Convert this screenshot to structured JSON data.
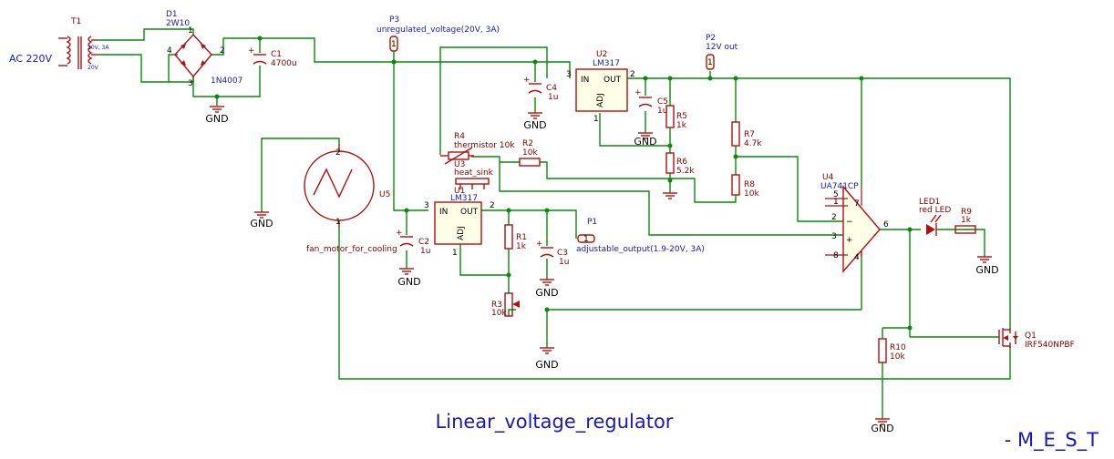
{
  "title": "Linear_voltage_regulator",
  "signature": "- M_E_S_T",
  "source": {
    "ac_label": "AC 220V",
    "t1_ref": "T1",
    "t1_tap_top": "20V, 3A",
    "t1_tap_bottom": "20V"
  },
  "rectifier": {
    "ref": "D1",
    "value": "2W10",
    "part": "1N4007",
    "pins": [
      "1",
      "2",
      "3",
      "4"
    ]
  },
  "caps": {
    "c1": {
      "ref": "C1",
      "value": "4700u"
    },
    "c2": {
      "ref": "C2",
      "value": "1u"
    },
    "c3": {
      "ref": "C3",
      "value": "1u"
    },
    "c4": {
      "ref": "C4",
      "value": "1u"
    },
    "c5": {
      "ref": "C5",
      "value": "1u"
    }
  },
  "connectors": {
    "p1": {
      "ref": "P1",
      "label": "adjustable_output(1.9-20V, 3A)",
      "pin": "1"
    },
    "p2": {
      "ref": "P2",
      "label": "12V out",
      "pin": "1"
    },
    "p3": {
      "ref": "P3",
      "label": "unregulated_voltage(20V, 3A)",
      "pin": "1"
    }
  },
  "regulators": {
    "u1": {
      "ref": "U1",
      "value": "LM317",
      "in": "IN",
      "out": "OUT",
      "adj": "ADJ",
      "pin_in": "3",
      "pin_out": "2",
      "pin_adj": "1"
    },
    "u2": {
      "ref": "U2",
      "value": "LM317",
      "in": "IN",
      "out": "OUT",
      "adj": "ADJ",
      "pin_in": "3",
      "pin_out": "2",
      "pin_adj": "1"
    }
  },
  "heatsink": {
    "ref": "U3",
    "value": "heat_sink"
  },
  "thermistor": {
    "ref": "R4",
    "value": "thermistor 10k"
  },
  "resistors": {
    "r1": {
      "ref": "R1",
      "value": "1k"
    },
    "r2": {
      "ref": "R2",
      "value": "10k"
    },
    "r3": {
      "ref": "R3",
      "value": "10k"
    },
    "r5": {
      "ref": "R5",
      "value": "1k"
    },
    "r6": {
      "ref": "R6",
      "value": "5.2k"
    },
    "r7": {
      "ref": "R7",
      "value": "4.7k"
    },
    "r8": {
      "ref": "R8",
      "value": "10k"
    },
    "r9": {
      "ref": "R9",
      "value": "1k"
    },
    "r10": {
      "ref": "R10",
      "value": "10k"
    }
  },
  "opamp": {
    "ref": "U4",
    "value": "UA741CP",
    "pins": [
      "5",
      "1",
      "7",
      "2",
      "3",
      "8",
      "4",
      "6"
    ]
  },
  "led": {
    "ref": "LED1",
    "value": "red LED"
  },
  "mosfet": {
    "ref": "Q1",
    "value": "IRF540NPBF"
  },
  "fan": {
    "ref": "U5",
    "value": "fan_motor_for_cooling",
    "pin_top": "2",
    "pin_bottom": "1"
  },
  "gnd_label": "GND"
}
